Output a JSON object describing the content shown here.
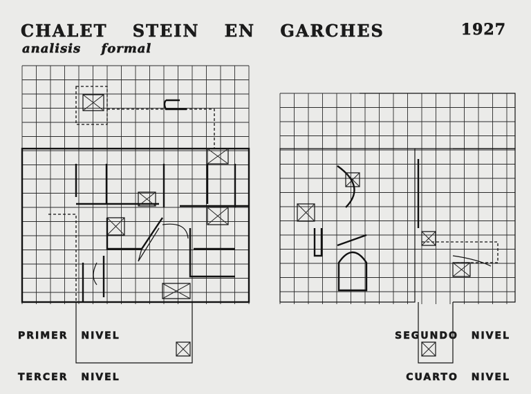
{
  "header": {
    "title": "CHALET STEIN EN GARCHES",
    "subtitle": "analisis formal",
    "year": "1927"
  },
  "levels": {
    "first": "PRIMER NIVEL",
    "second": "SEGUNDO NIVEL",
    "third": "TERCER NIVEL",
    "fourth": "CUARTO NIVEL"
  }
}
